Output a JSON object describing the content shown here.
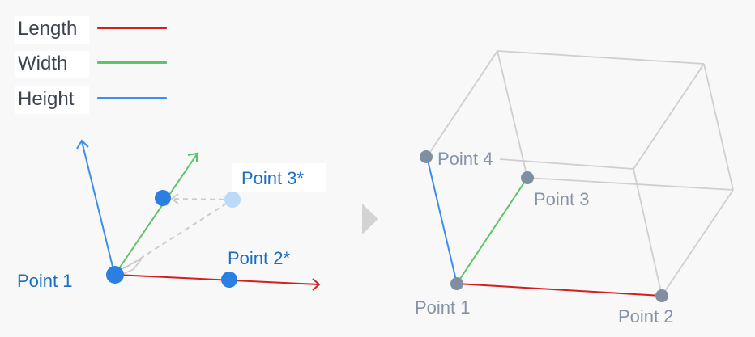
{
  "colors": {
    "length": "#d41e1e",
    "width": "#5cc46a",
    "height": "#3a8ef0",
    "point_active": "#2a7fe0",
    "point_ghost": "#bcd9f7",
    "point_box": "#7f8fa0",
    "box_edge": "#cfcfcf",
    "guide": "#c8c8c8",
    "transition_arrow": "#d3d3d3"
  },
  "legend": {
    "items": [
      {
        "label": "Length",
        "color": "#d41e1e"
      },
      {
        "label": "Width",
        "color": "#5cc46a"
      },
      {
        "label": "Height",
        "color": "#3a8ef0"
      }
    ]
  },
  "left_diagram": {
    "points": {
      "p1": {
        "label": "Point 1"
      },
      "p2": {
        "label": "Point 2*"
      },
      "p3": {
        "label": "Point 3*"
      }
    },
    "axes": [
      "length-axis",
      "width-axis",
      "height-axis"
    ]
  },
  "transition": {
    "icon": "chevron-right-icon"
  },
  "right_diagram": {
    "points": {
      "p1": {
        "label": "Point 1"
      },
      "p2": {
        "label": "Point 2"
      },
      "p3": {
        "label": "Point 3"
      },
      "p4": {
        "label": "Point 4"
      }
    }
  }
}
